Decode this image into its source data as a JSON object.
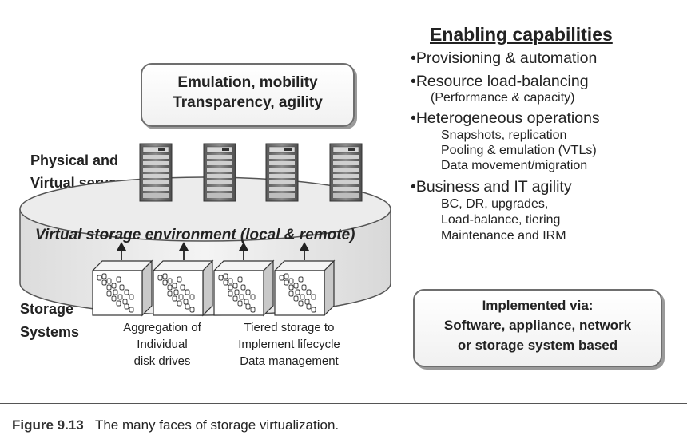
{
  "top_box": {
    "line1": "Emulation, mobility",
    "line2": "Transparency, agility"
  },
  "servers_label": {
    "line1": "Physical and",
    "line2": "Virtual servers"
  },
  "environment_label": "Virtual storage environment (local & remote)",
  "storage_label": {
    "line1": "Storage",
    "line2": "Systems"
  },
  "aggregation_caption": [
    "Aggregation of",
    "Individual",
    "disk drives"
  ],
  "tiered_caption": [
    "Tiered storage to",
    "Implement lifecycle",
    "Data management"
  ],
  "capabilities": {
    "heading": "Enabling capabilities",
    "items": [
      {
        "title": "Provisioning & automation",
        "subs": []
      },
      {
        "title": "Resource load-balancing",
        "subs": [
          "(Performance & capacity)"
        ]
      },
      {
        "title": "Heterogeneous operations",
        "subs": [
          "Snapshots, replication",
          "Pooling & emulation (VTLs)",
          "Data movement/migration"
        ]
      },
      {
        "title": "Business and IT agility",
        "subs": [
          "BC, DR, upgrades,",
          "Load-balance, tiering",
          "Maintenance and IRM"
        ]
      }
    ]
  },
  "implemented_box": {
    "line1": "Implemented via:",
    "line2": "Software, appliance, network",
    "line3": "or storage system based"
  },
  "caption": {
    "number": "Figure 9.13",
    "text": "The many faces of storage virtualization."
  },
  "colors": {
    "cylinder_fill": "#eaeaea",
    "outline": "#555555",
    "server_dark": "#6a6a6a",
    "text": "#222222"
  }
}
